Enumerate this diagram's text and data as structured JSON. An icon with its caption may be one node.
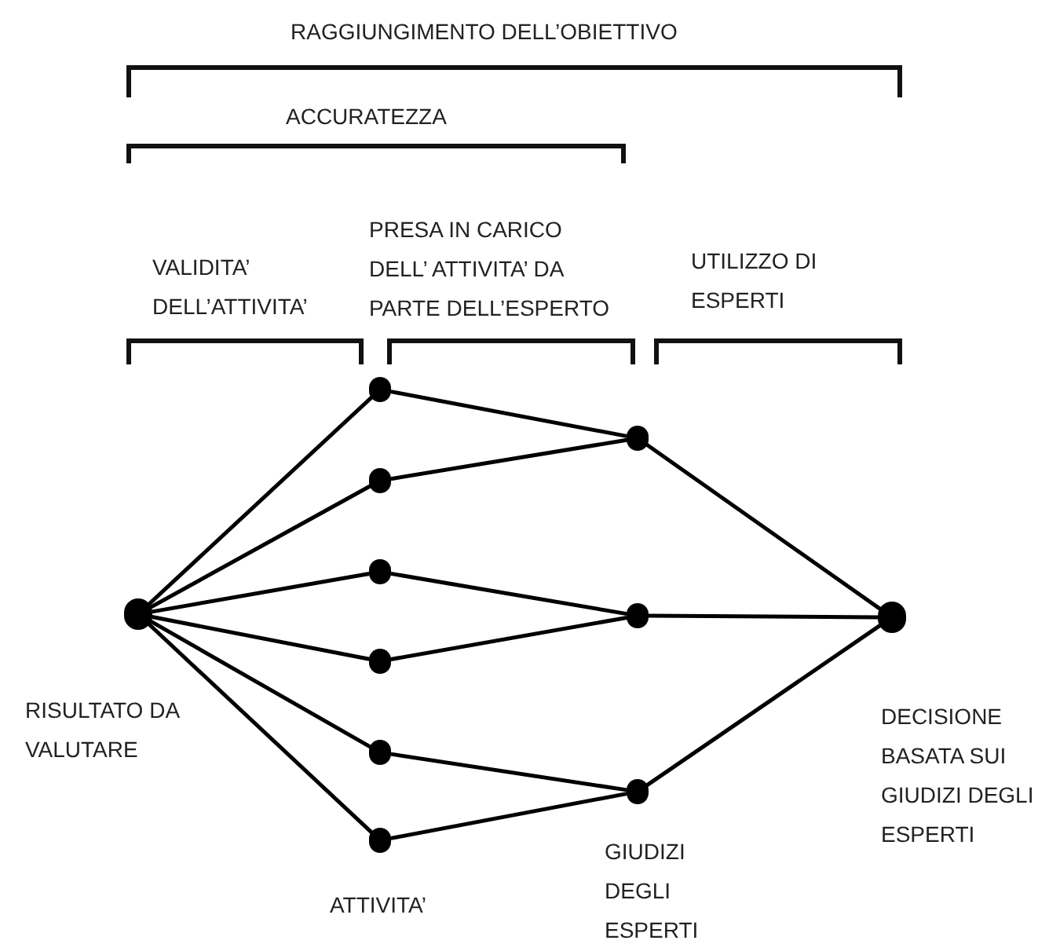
{
  "diagram": {
    "nodes": [
      {
        "text": [],
        "shape": "circle",
        "beside": [
          "RISULTATO DA VALUTARE"
        ]
      },
      {
        "text": [],
        "shape": "circle"
      },
      {
        "text": [],
        "shape": "circle"
      },
      {
        "text": [],
        "shape": "circle"
      },
      {
        "text": [],
        "shape": "circle"
      },
      {
        "text": [],
        "shape": "circle"
      },
      {
        "text": [],
        "shape": "circle"
      },
      {
        "text": [],
        "shape": "circle"
      },
      {
        "text": [],
        "shape": "circle"
      },
      {
        "text": [],
        "shape": "circle",
        "beside": [
          "GIUDIZI DEGLI ESPERTI"
        ]
      },
      {
        "text": [],
        "shape": "circle",
        "beside": [
          "DECISIONE BASATA SUI GIUDIZI DEGLI ESPERTI"
        ]
      }
    ],
    "edges": [
      {
        "from": 0,
        "to": 1,
        "arrow": "none"
      },
      {
        "from": 0,
        "to": 2,
        "arrow": "none"
      },
      {
        "from": 0,
        "to": 3,
        "arrow": "none"
      },
      {
        "from": 0,
        "to": 4,
        "arrow": "none"
      },
      {
        "from": 0,
        "to": 5,
        "arrow": "none"
      },
      {
        "from": 0,
        "to": 6,
        "arrow": "none"
      },
      {
        "from": 1,
        "to": 7,
        "arrow": "none"
      },
      {
        "from": 2,
        "to": 7,
        "arrow": "none"
      },
      {
        "from": 3,
        "to": 8,
        "arrow": "none"
      },
      {
        "from": 4,
        "to": 8,
        "arrow": "none"
      },
      {
        "from": 5,
        "to": 9,
        "arrow": "none"
      },
      {
        "from": 6,
        "to": 9,
        "arrow": "none"
      },
      {
        "from": 7,
        "to": 10,
        "arrow": "none"
      },
      {
        "from": 8,
        "to": 10,
        "arrow": "none"
      },
      {
        "from": 9,
        "to": 10,
        "arrow": "none"
      }
    ],
    "labels": [
      "RAGGIUNGIMENTO DELL’OBIETTIVO",
      "ACCURATEZZA",
      "PRESA IN CARICO DELL’ ATTIVITA’ DA PARTE DELL’ESPERTO",
      "VALIDITA’ DELL’ATTIVITA’",
      "UTILIZZO DI ESPERTI",
      "ATTIVITA’"
    ]
  }
}
